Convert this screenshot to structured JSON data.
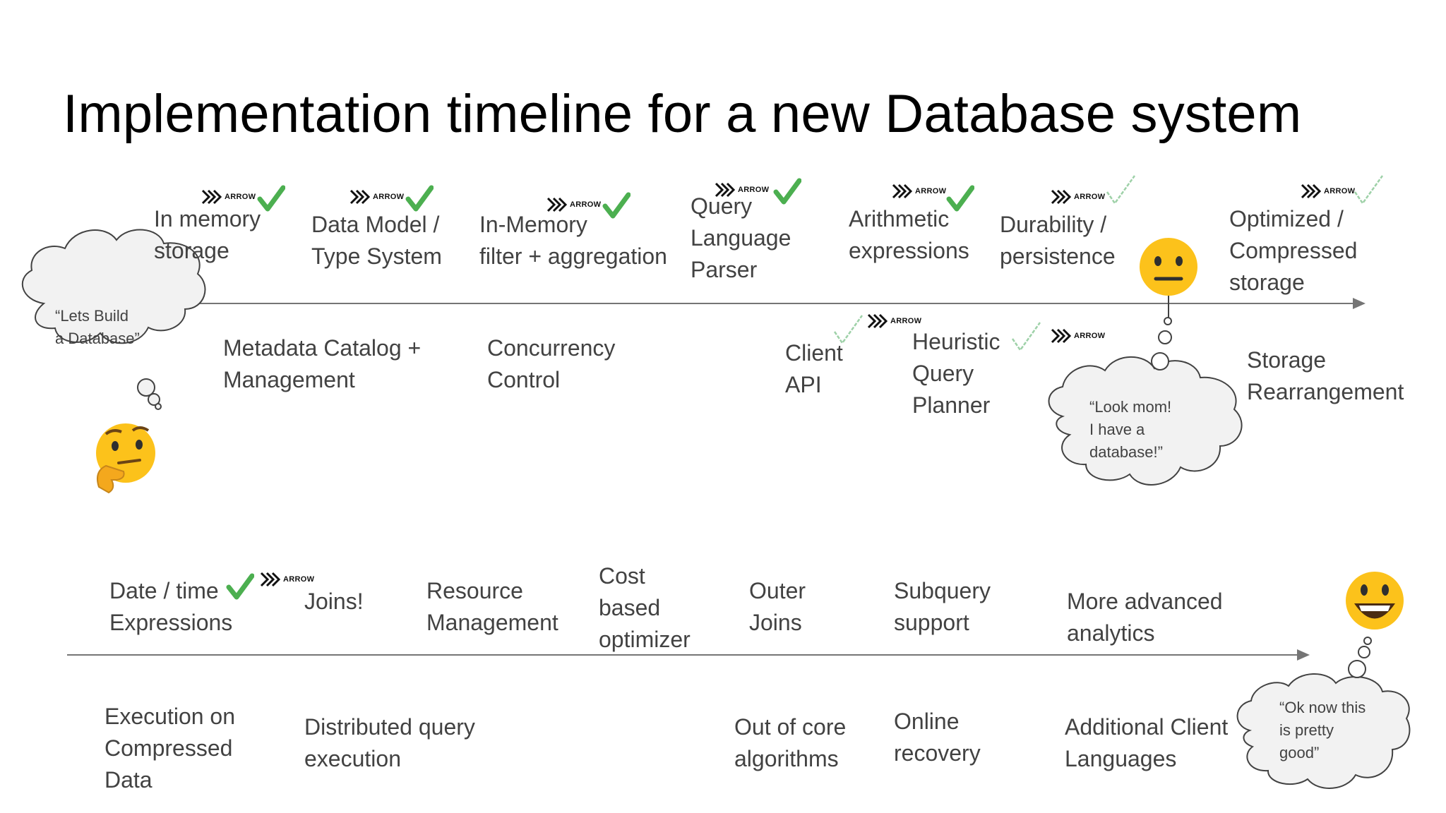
{
  "title": "Implementation timeline for a new Database system",
  "logo_text": "ARROW",
  "colors": {
    "check_done": "#4caf50",
    "check_partial": "#9ed1a8",
    "line": "#757575",
    "cloud_fill": "#f2f2f2"
  },
  "row1_above": [
    {
      "label": "In memory\nstorage",
      "status": "done"
    },
    {
      "label": "Data Model /\nType System",
      "status": "done"
    },
    {
      "label": "In-Memory\nfilter + aggregation",
      "status": "done"
    },
    {
      "label": "Query\nLanguage\nParser",
      "status": "done"
    },
    {
      "label": "Arithmetic\nexpressions",
      "status": "done"
    },
    {
      "label": "Durability /\npersistence",
      "status": "partial"
    },
    {
      "label": "Optimized /\nCompressed\nstorage",
      "status": "partial"
    }
  ],
  "row1_below": [
    {
      "label": "Metadata Catalog +\nManagement"
    },
    {
      "label": "Concurrency\nControl"
    },
    {
      "label": "Client\nAPI",
      "status": "partial"
    },
    {
      "label": "Heuristic\nQuery\nPlanner",
      "status": "partial"
    },
    {
      "label": "Storage\nRearrangement"
    }
  ],
  "row2_above": [
    {
      "label": "Date / time\nExpressions",
      "status": "done"
    },
    {
      "label": "Joins!"
    },
    {
      "label": "Resource\nManagement"
    },
    {
      "label": "Cost\nbased\noptimizer"
    },
    {
      "label": "Outer\nJoins"
    },
    {
      "label": "Subquery\nsupport"
    },
    {
      "label": "More advanced\nanalytics"
    }
  ],
  "row2_below": [
    {
      "label": "Execution on\nCompressed\nData"
    },
    {
      "label": "Distributed query\nexecution"
    },
    {
      "label": "Out of core\nalgorithms"
    },
    {
      "label": "Online\nrecovery"
    },
    {
      "label": "Additional Client\nLanguages"
    }
  ],
  "thoughts": {
    "start": "“Lets Build\na Database”",
    "middle": "“Look mom!\nI have a\ndatabase!”",
    "end": "“Ok now this\nis pretty\ngood”"
  },
  "emoji": {
    "thinking": "thinking-face",
    "neutral": "neutral-face",
    "happy": "grinning-face"
  }
}
